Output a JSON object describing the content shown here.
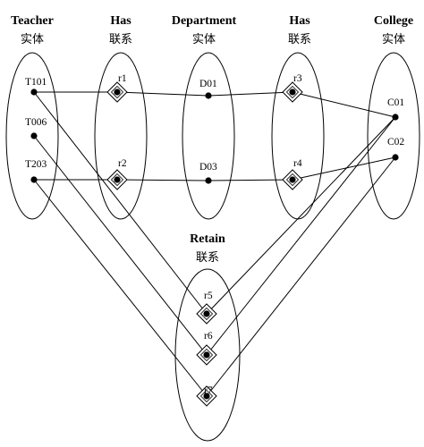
{
  "headers": [
    {
      "id": "teacher",
      "title": "Teacher",
      "subtitle": "实体"
    },
    {
      "id": "has1",
      "title": "Has",
      "subtitle": "联系"
    },
    {
      "id": "department",
      "title": "Department",
      "subtitle": "实体"
    },
    {
      "id": "has2",
      "title": "Has",
      "subtitle": "联系"
    },
    {
      "id": "college",
      "title": "College",
      "subtitle": "实体"
    },
    {
      "id": "retain",
      "title": "Retain",
      "subtitle": "联系"
    }
  ],
  "nodes": [
    {
      "id": "T101",
      "label": "T101",
      "shape": "dot"
    },
    {
      "id": "T006",
      "label": "T006",
      "shape": "dot"
    },
    {
      "id": "T203",
      "label": "T203",
      "shape": "dot"
    },
    {
      "id": "r1",
      "label": "r1",
      "shape": "diamond"
    },
    {
      "id": "r2",
      "label": "r2",
      "shape": "diamond"
    },
    {
      "id": "D01",
      "label": "D01",
      "shape": "dot"
    },
    {
      "id": "D03",
      "label": "D03",
      "shape": "dot"
    },
    {
      "id": "r3",
      "label": "r3",
      "shape": "diamond"
    },
    {
      "id": "r4",
      "label": "r4",
      "shape": "diamond"
    },
    {
      "id": "C01",
      "label": "C01",
      "shape": "dot"
    },
    {
      "id": "C02",
      "label": "C02",
      "shape": "dot"
    },
    {
      "id": "r5",
      "label": "r5",
      "shape": "diamond"
    },
    {
      "id": "r6",
      "label": "r6",
      "shape": "diamond"
    },
    {
      "id": "r7",
      "label": "r7",
      "shape": "diamond"
    }
  ],
  "edges": [
    [
      "T101",
      "r1"
    ],
    [
      "r1",
      "D01"
    ],
    [
      "D01",
      "r3"
    ],
    [
      "r3",
      "C01"
    ],
    [
      "T203",
      "r2"
    ],
    [
      "r2",
      "D03"
    ],
    [
      "D03",
      "r4"
    ],
    [
      "r4",
      "C02"
    ],
    [
      "T101",
      "r5"
    ],
    [
      "T006",
      "r6"
    ],
    [
      "T203",
      "r7"
    ],
    [
      "r5",
      "C01"
    ],
    [
      "r6",
      "C01"
    ],
    [
      "r7",
      "C02"
    ]
  ],
  "colors": {
    "stroke": "#000000",
    "background": "#ffffff"
  }
}
